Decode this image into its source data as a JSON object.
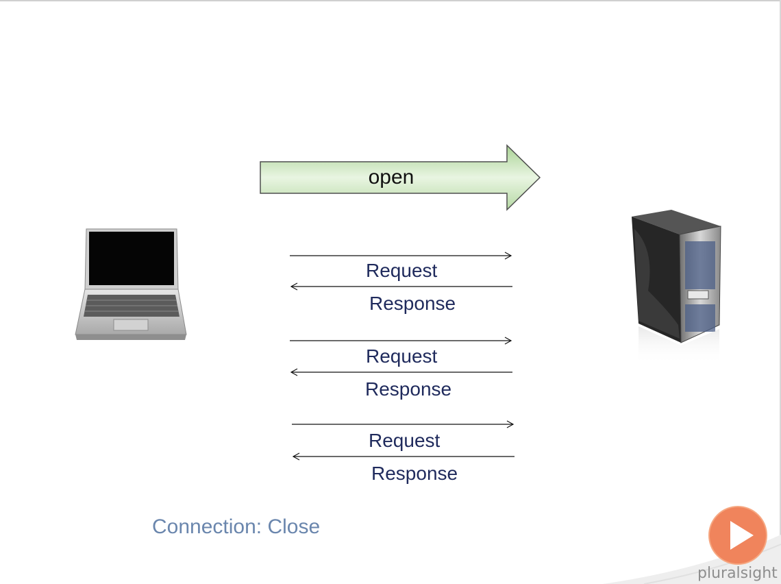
{
  "slide": {
    "open_label": "open",
    "exchanges": [
      {
        "request": "Request",
        "response": "Response"
      },
      {
        "request": "Request",
        "response": "Response"
      },
      {
        "request": "Request",
        "response": "Response"
      }
    ],
    "connection_note": "Connection: Close"
  },
  "branding": {
    "logo_text": "pluralsight",
    "accent": "#f0845c"
  },
  "icons": {
    "client": "laptop-icon",
    "server": "server-icon",
    "play": "play-icon"
  }
}
